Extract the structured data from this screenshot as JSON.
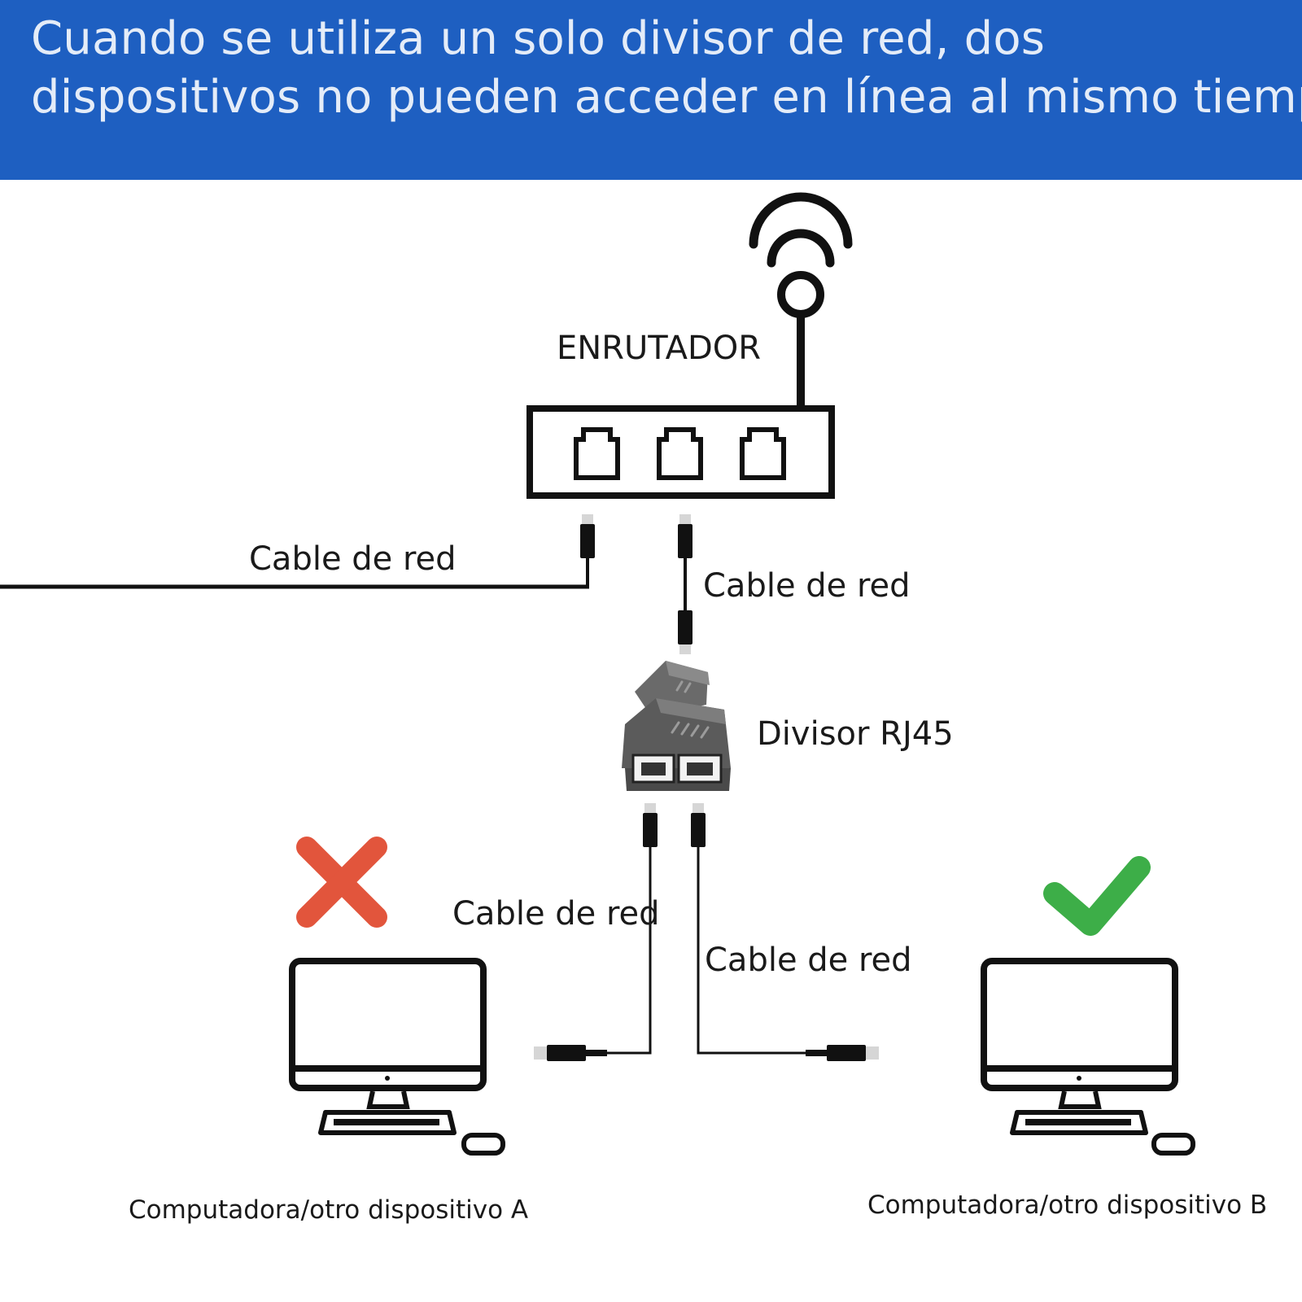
{
  "header": {
    "title_line_1": "Cuando se utiliza un solo divisor de red, dos",
    "title_line_2": "dispositivos no pueden acceder en línea al mismo tiempo"
  },
  "router": {
    "label": "ENRUTADOR"
  },
  "cables": {
    "left_label": "Cable de red",
    "upper_label": "Cable de red",
    "lower_left_label": "Cable de red",
    "lower_right_label": "Cable de red"
  },
  "splitter": {
    "label": "Divisor RJ45"
  },
  "devices": {
    "a": {
      "label": "Computadora/otro dispositivo A",
      "status_icon": "cross-icon"
    },
    "b": {
      "label": "Computadora/otro dispositivo B",
      "status_icon": "check-icon"
    }
  },
  "colors": {
    "banner": "#1e5fc1",
    "banner_text": "#e4ecf8",
    "cross": "#e2553c",
    "check": "#3dae48",
    "line": "#111111",
    "splitter_body": "#5b5b5b"
  }
}
